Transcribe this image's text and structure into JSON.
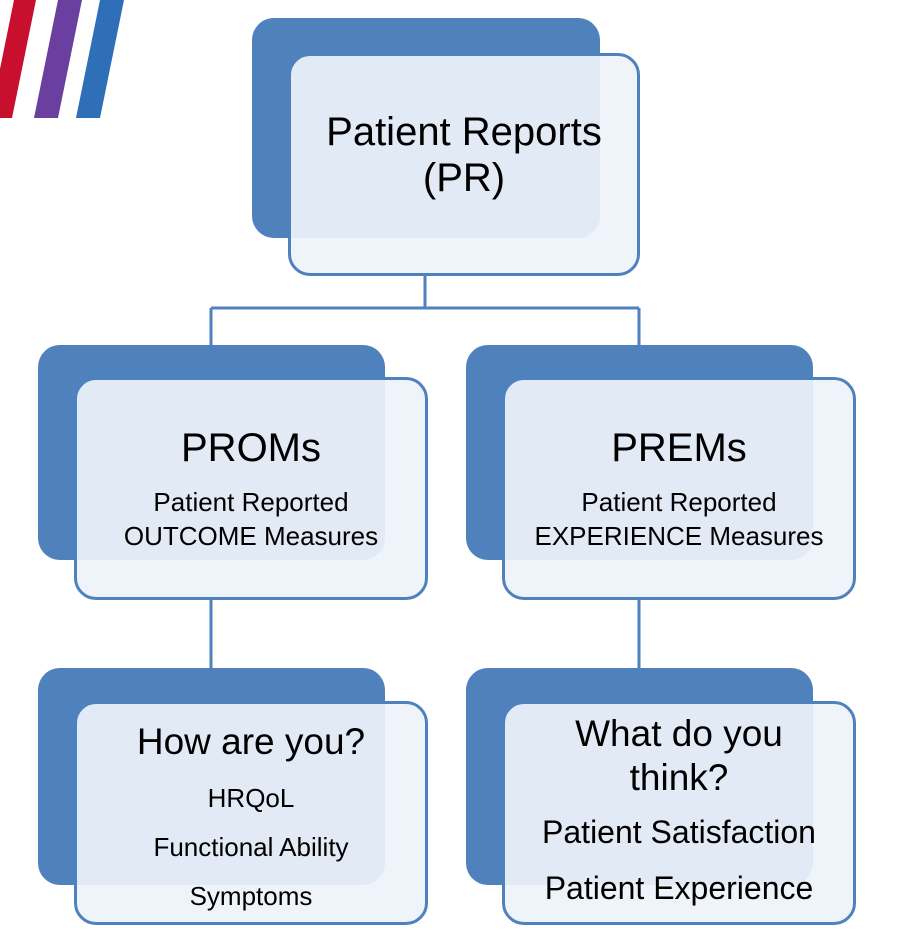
{
  "root": {
    "line1": "Patient Reports",
    "line2": "(PR)"
  },
  "left": {
    "title": "PROMs",
    "subtitle_line1": "Patient Reported",
    "subtitle_line2": "OUTCOME Measures",
    "question": "How are you?",
    "items": [
      "HRQoL",
      "Functional Ability",
      "Symptoms"
    ]
  },
  "right": {
    "title": "PREMs",
    "subtitle_line1": "Patient Reported",
    "subtitle_line2": "EXPERIENCE Measures",
    "question_line1": "What do you",
    "question_line2": "think?",
    "items": [
      "Patient Satisfaction",
      "Patient Experience"
    ]
  },
  "colors": {
    "accent": "#4f81bd",
    "card_fill": "#eef2fa",
    "logo_stripes": [
      "#c8102e",
      "#6a3fa0",
      "#2e6fb8"
    ]
  }
}
